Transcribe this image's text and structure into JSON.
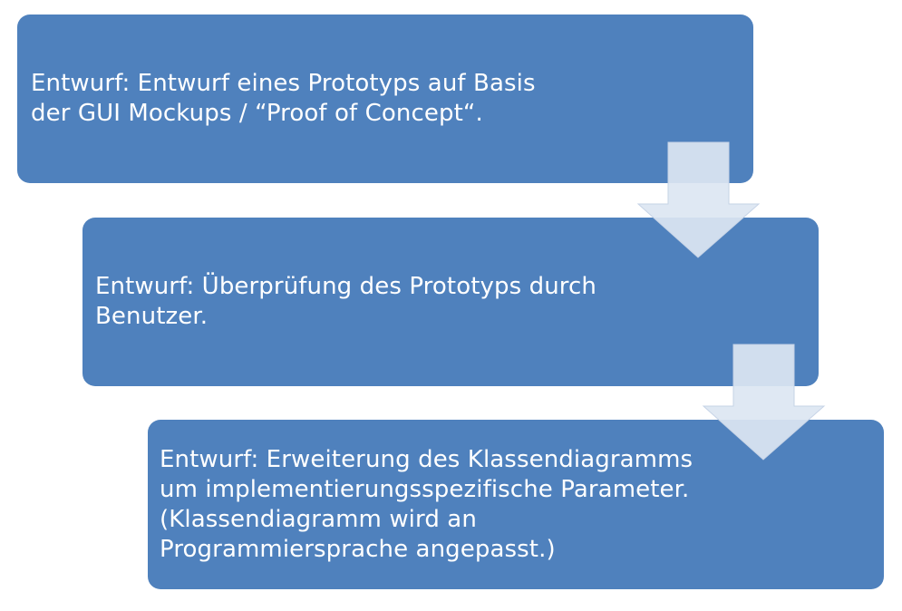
{
  "diagram": {
    "type": "process-flow",
    "colors": {
      "box_fill": "#4f81bd",
      "box_text": "#ffffff",
      "arrow_fill": "#dce6f2",
      "arrow_stroke": "#c6d3e6"
    },
    "steps": [
      {
        "text": "Entwurf: Entwurf eines Prototyps auf Basis\nder GUI Mockups / “Proof of Concept“."
      },
      {
        "text": "Entwurf: Überprüfung des Prototyps durch\nBenutzer."
      },
      {
        "text": "Entwurf: Erweiterung des Klassendiagramms\num implementierungsspezifische Parameter.\n(Klassendiagramm wird an\nProgrammiersprache angepasst.)"
      }
    ],
    "arrows": [
      {
        "icon": "down-arrow-icon",
        "from_step": 1,
        "to_step": 2
      },
      {
        "icon": "down-arrow-icon",
        "from_step": 2,
        "to_step": 3
      }
    ]
  }
}
